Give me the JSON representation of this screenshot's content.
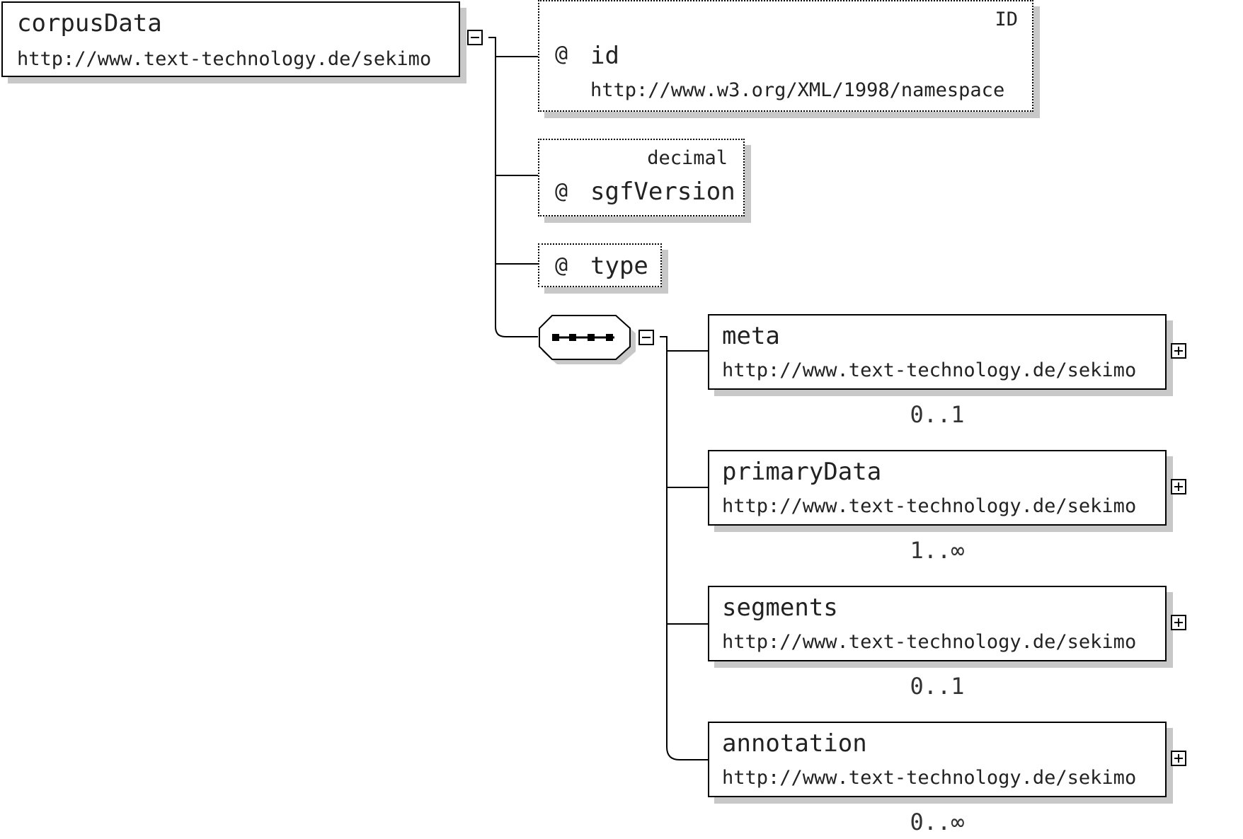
{
  "root": {
    "name": "corpusData",
    "namespace": "http://www.text-technology.de/sekimo"
  },
  "attributes": [
    {
      "symbol": "@",
      "name": "id",
      "type": "ID",
      "namespace": "http://www.w3.org/XML/1998/namespace"
    },
    {
      "symbol": "@",
      "name": "sgfVersion",
      "type": "decimal"
    },
    {
      "symbol": "@",
      "name": "type"
    }
  ],
  "sequence": {
    "kind": "sequence",
    "icon": "sequence-compositor-icon"
  },
  "children": [
    {
      "name": "meta",
      "namespace": "http://www.text-technology.de/sekimo",
      "cardinality": "0..1"
    },
    {
      "name": "primaryData",
      "namespace": "http://www.text-technology.de/sekimo",
      "cardinality": "1..∞"
    },
    {
      "name": "segments",
      "namespace": "http://www.text-technology.de/sekimo",
      "cardinality": "0..1"
    },
    {
      "name": "annotation",
      "namespace": "http://www.text-technology.de/sekimo",
      "cardinality": "0..∞"
    }
  ],
  "icons": {
    "collapse": "minus-box-icon",
    "expand": "plus-box-icon"
  }
}
